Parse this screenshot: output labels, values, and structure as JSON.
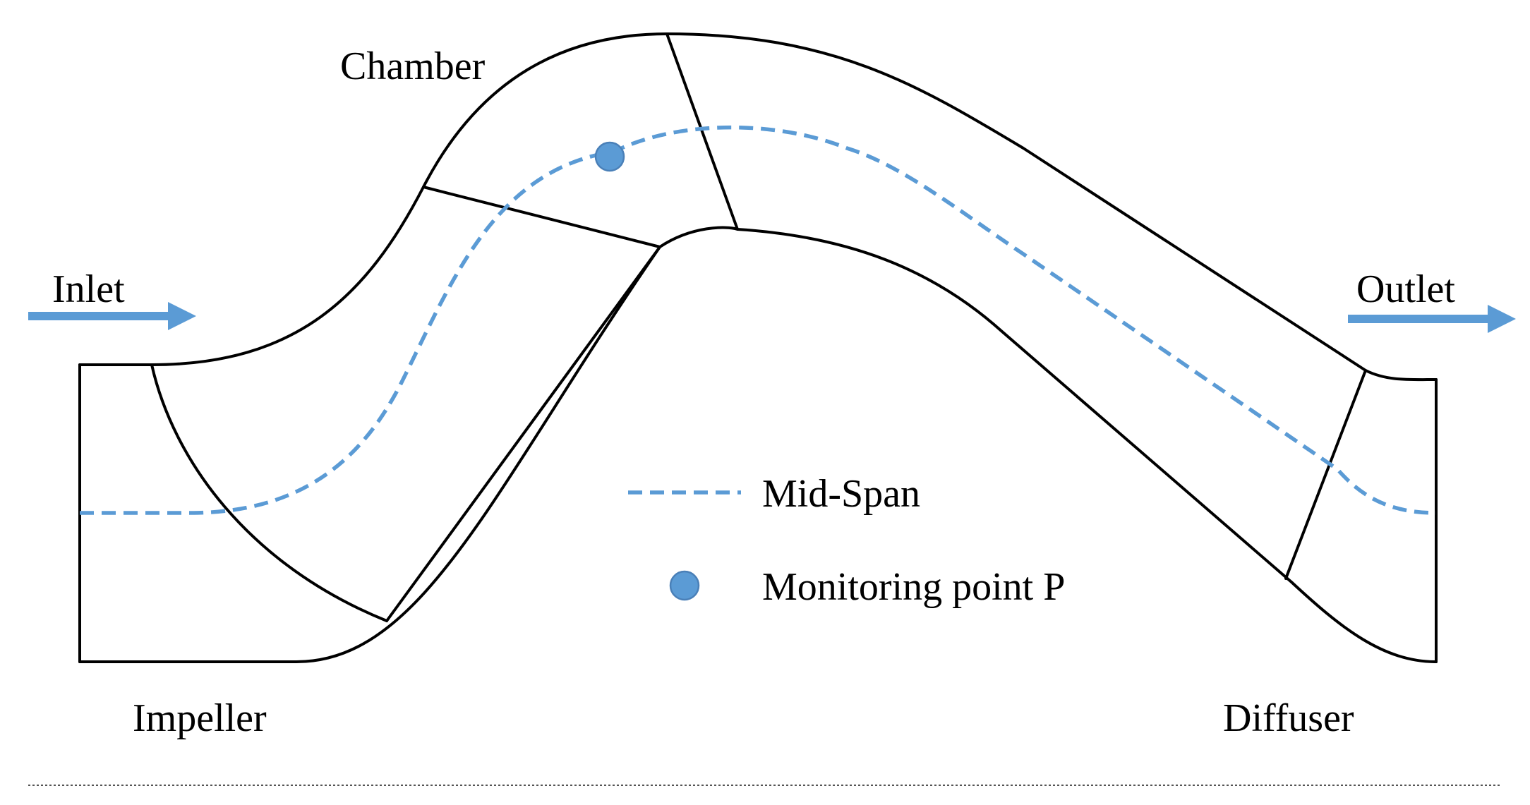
{
  "labels": {
    "chamber": "Chamber",
    "inlet": "Inlet",
    "outlet": "Outlet",
    "impeller": "Impeller",
    "diffuser": "Diffuser"
  },
  "legend": {
    "midspan": "Mid-Span",
    "monitoring_point": "Monitoring point P"
  },
  "colors": {
    "line": "#000000",
    "accent": "#5b9bd5",
    "accent_stroke": "#4a80b8",
    "separator": "#555555"
  },
  "icons": {
    "inlet_arrow": "arrow-right-icon",
    "outlet_arrow": "arrow-right-icon",
    "monitoring_point": "circle-marker-icon"
  }
}
